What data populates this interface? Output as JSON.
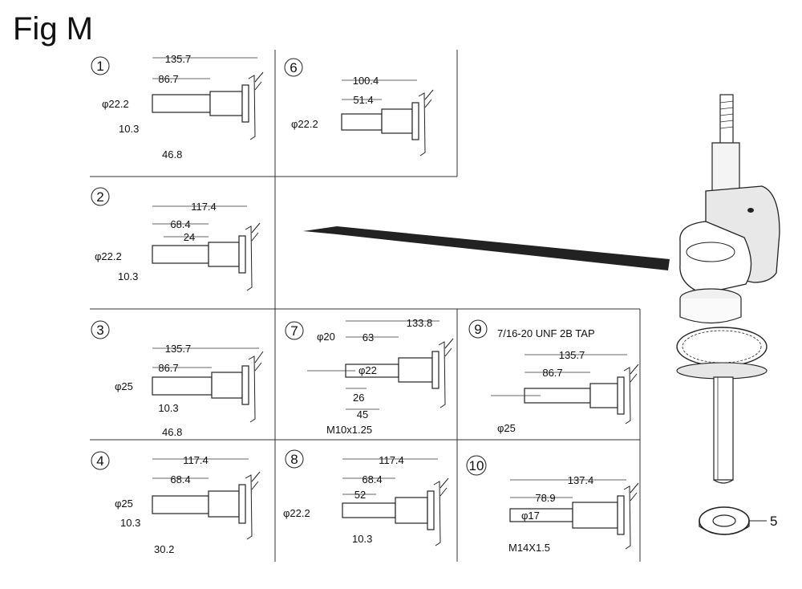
{
  "title": "Fig M",
  "callout": "5",
  "panels": [
    {
      "id": "1",
      "labels": {
        "d1": "135.7",
        "d2": "86.7",
        "dia": "φ22.2",
        "d3": "10.3",
        "d4": "46.8"
      }
    },
    {
      "id": "6",
      "labels": {
        "d1": "100.4",
        "d2": "51.4",
        "dia": "φ22.2"
      }
    },
    {
      "id": "2",
      "labels": {
        "d1": "117.4",
        "d2": "68.4",
        "d5": "24",
        "dia": "φ22.2",
        "d3": "10.3"
      }
    },
    {
      "id": "3",
      "labels": {
        "d1": "135.7",
        "d2": "86.7",
        "dia": "φ25",
        "d3": "10.3",
        "d4": "46.8"
      }
    },
    {
      "id": "7",
      "labels": {
        "d1": "133.8",
        "d2": "63",
        "dia": "φ20",
        "dia2": "φ22",
        "d6": "26",
        "d7": "45",
        "thread": "M10x1.25"
      }
    },
    {
      "id": "9",
      "labels": {
        "tap": "7/16-20 UNF 2B TAP",
        "d1": "135.7",
        "d2": "86.7",
        "dia": "φ25"
      }
    },
    {
      "id": "4",
      "labels": {
        "d1": "117.4",
        "d2": "68.4",
        "dia": "φ25",
        "d3": "10.3",
        "d4": "30.2"
      }
    },
    {
      "id": "8",
      "labels": {
        "d1": "117.4",
        "d2": "68.4",
        "d5": "52",
        "dia": "φ22.2",
        "d3": "10.3"
      }
    },
    {
      "id": "10",
      "labels": {
        "d1": "137.4",
        "d2": "78.9",
        "dia": "φ17",
        "thread": "M14X1.5"
      }
    }
  ]
}
